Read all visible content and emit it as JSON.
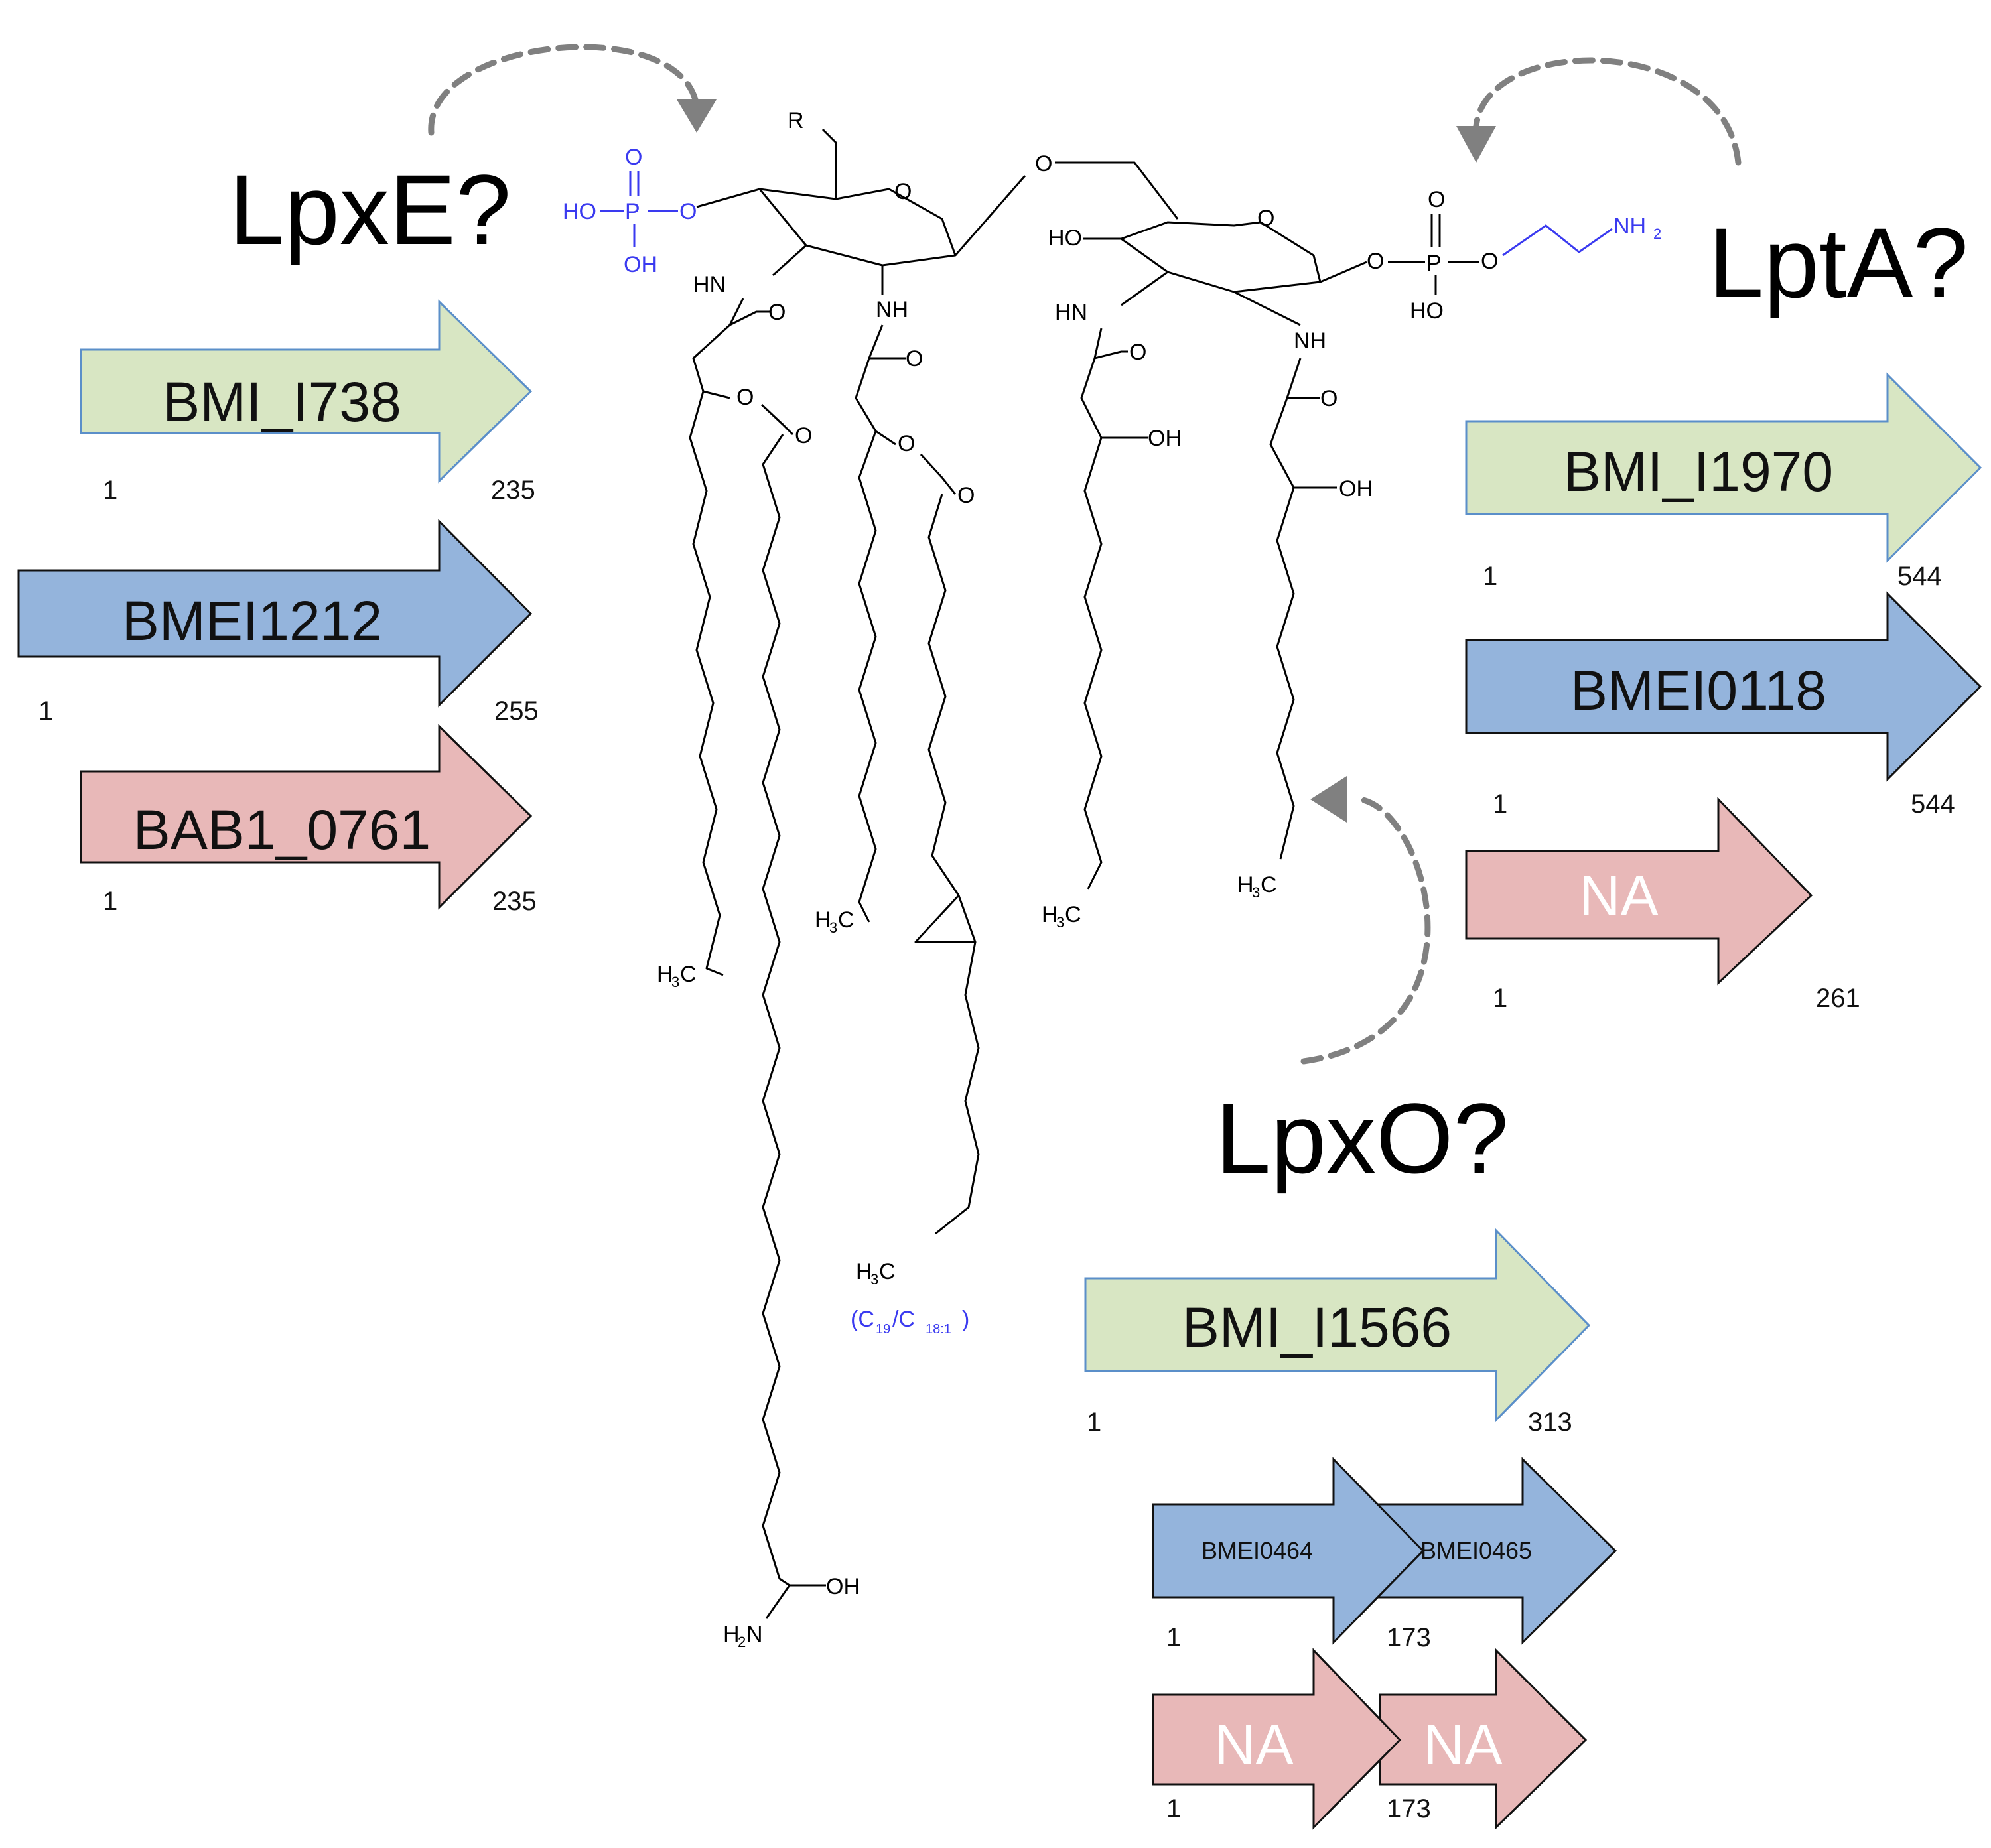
{
  "enzymes": {
    "lpxe": "LpxE?",
    "lpta": "LptA?",
    "lpxo": "LpxO?"
  },
  "colors": {
    "green_fill": "#d8e6c3",
    "green_stroke": "#5b8fc9",
    "blue_fill": "#94b4dc",
    "red_fill": "#e8b8b8",
    "dark_stroke": "#111111",
    "dashed_arrow": "#808080",
    "chem_blue": "#3a3af0"
  },
  "gene_groups": {
    "lpxe": [
      {
        "label": "BMI_I738",
        "start": "1",
        "end": "235",
        "species": "green"
      },
      {
        "label": "BMEI1212",
        "start": "1",
        "end": "255",
        "species": "blue"
      },
      {
        "label": "BAB1_0761",
        "start": "1",
        "end": "235",
        "species": "red"
      }
    ],
    "lpta": [
      {
        "label": "BMI_I1970",
        "start": "1",
        "end": "544",
        "species": "green"
      },
      {
        "label": "BMEI0118",
        "start": "1",
        "end": "544",
        "species": "blue"
      },
      {
        "label": "NA",
        "start": "1",
        "end": "261",
        "species": "red"
      }
    ],
    "lpxo": {
      "green": {
        "label": "BMI_I1566",
        "start": "1",
        "end": "313"
      },
      "blue": [
        {
          "label": "BMEI0464"
        },
        {
          "label": "BMEI0465"
        }
      ],
      "blue_positions": {
        "start": "1",
        "end": "173"
      },
      "red": [
        {
          "label": "NA"
        },
        {
          "label": "NA"
        }
      ],
      "red_positions": {
        "start": "1",
        "end": "173"
      }
    }
  },
  "structure": {
    "labels": {
      "r": "R",
      "ho_phosphate": "HO",
      "p": "P",
      "o": "O",
      "oh": "OH",
      "hn": "HN",
      "nh": "NH",
      "nh2": "NH",
      "nh2_sub": "2",
      "h2n": "H",
      "h2n_sub": "2",
      "h2n_n": "N",
      "ho": "HO",
      "h3c": "H",
      "h3c_sub": "3",
      "h3c_c": "C"
    },
    "cyclopropane_note": {
      "open": "(C",
      "sub1": "19",
      "mid": "/C",
      "sub2": "18:1",
      "close": ")"
    }
  }
}
